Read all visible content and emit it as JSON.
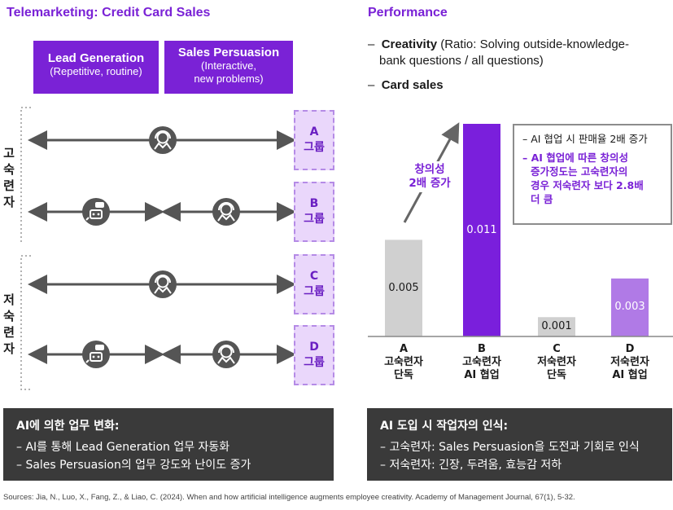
{
  "left": {
    "title": "Telemarketing: Credit Card Sales",
    "headers": [
      {
        "main": "Lead Generation",
        "sub1": "(Repetitive, routine)",
        "sub2": ""
      },
      {
        "main": "Sales Persuasion",
        "sub1": "(Interactive,",
        "sub2": "new problems)"
      }
    ],
    "vlabels": {
      "high": [
        "고",
        "숙",
        "련",
        "자"
      ],
      "low": [
        "저",
        "숙",
        "련",
        "자"
      ]
    },
    "groups": [
      {
        "l1": "A",
        "l2": "그룹"
      },
      {
        "l1": "B",
        "l2": "그룹"
      },
      {
        "l1": "C",
        "l2": "그룹"
      },
      {
        "l1": "D",
        "l2": "그룹"
      }
    ],
    "icons": {
      "human": "human-agent-icon",
      "ai": "ai-chatbot-icon"
    }
  },
  "right": {
    "title": "Performance",
    "bullets": [
      {
        "dash": "–",
        "bold": "Creativity",
        "text": " (Ratio: Solving outside-knowledge-",
        "text2": "bank questions / all questions)"
      },
      {
        "dash": "–",
        "bold": "Card sales",
        "text": "",
        "text2": ""
      }
    ]
  },
  "chart_data": {
    "type": "bar",
    "categories": [
      "A 고숙련자 단독",
      "B 고숙련자 AI 협업",
      "C 저숙련자 단독",
      "D 저숙련자 AI 협업"
    ],
    "values": [
      0.005,
      0.011,
      0.001,
      0.003
    ],
    "value_labels": [
      "0.005",
      "0.011",
      "0.001",
      "0.003"
    ],
    "x_labels": [
      [
        "A",
        "고숙련자",
        "단독"
      ],
      [
        "B",
        "고숙련자",
        "AI 협업"
      ],
      [
        "C",
        "저숙련자",
        "단독"
      ],
      [
        "D",
        "저숙련자",
        "AI 협업"
      ]
    ],
    "colors": [
      "#d0d0d0",
      "#7a1fdc",
      "#d0d0d0",
      "#b07ae6"
    ],
    "annotation": [
      "창의성",
      "2배 증가"
    ],
    "ylim": [
      0,
      0.011
    ]
  },
  "note": {
    "line1": "– AI 협업 시 판매율 2배 증가",
    "line2": [
      "– AI 협업에 따른 창의성",
      "  증가정도는 고숙련자의",
      "  경우 저숙련자 보다 2.8배",
      "  더 큼"
    ]
  },
  "box_left": {
    "title": "AI에 의한 업무 변화:",
    "lines": [
      "–  AI를 통해 Lead Generation 업무 자동화",
      "–  Sales Persuasion의 업무 강도와 난이도 증가"
    ]
  },
  "box_right": {
    "title": "AI 도입 시 작업자의 인식:",
    "lines": [
      "–  고숙련자: Sales Persuasion을 도전과 기회로 인식",
      "–  저숙련자: 긴장, 두려움, 효능감 저하"
    ]
  },
  "source": "Sources: Jia, N., Luo, X., Fang, Z., & Liao, C. (2024). When and how artificial intelligence augments employee creativity. Academy of Management Journal, 67(1), 5-32."
}
